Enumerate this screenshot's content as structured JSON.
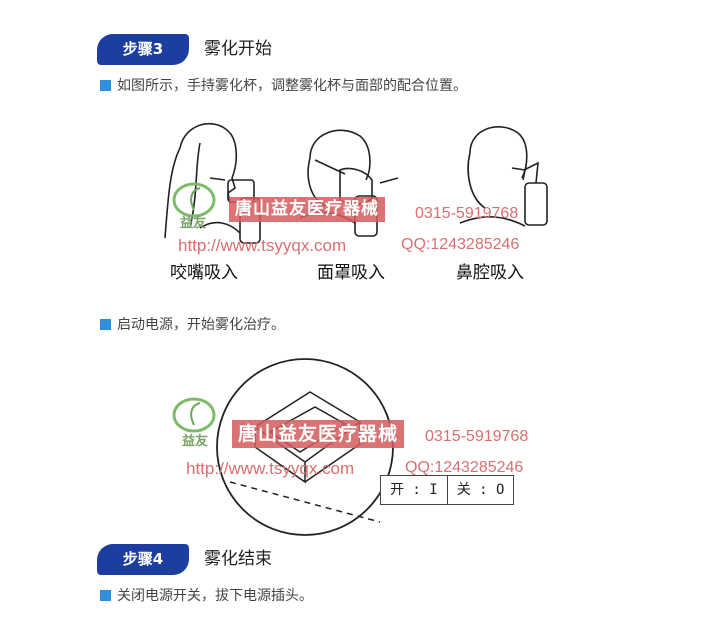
{
  "step3": {
    "badge": "步骤3",
    "title": "雾化开始",
    "instruction": "如图所示，手持雾化杯，调整雾化杯与面部的配合位置。",
    "methods": [
      "咬嘴吸入",
      "面罩吸入",
      "鼻腔吸入"
    ],
    "instruction2": "启动电源，开始雾化治疗。"
  },
  "watermark": {
    "company": "唐山益友医疗器械",
    "phone": "0315-5919768",
    "url": "http://www.tsyyqx.com",
    "qq": "QQ:1243285246",
    "logo_text": "益友"
  },
  "switch_panel": {
    "on_label": "开 : I",
    "off_label": "关 : O"
  },
  "step4": {
    "badge": "步骤4",
    "title": "雾化结束",
    "instruction": "关闭电源开关，拔下电源插头。"
  },
  "colors": {
    "badge": "#1c3ea0",
    "bullet": "#2e8fe0",
    "watermark": "#d45a5a"
  }
}
